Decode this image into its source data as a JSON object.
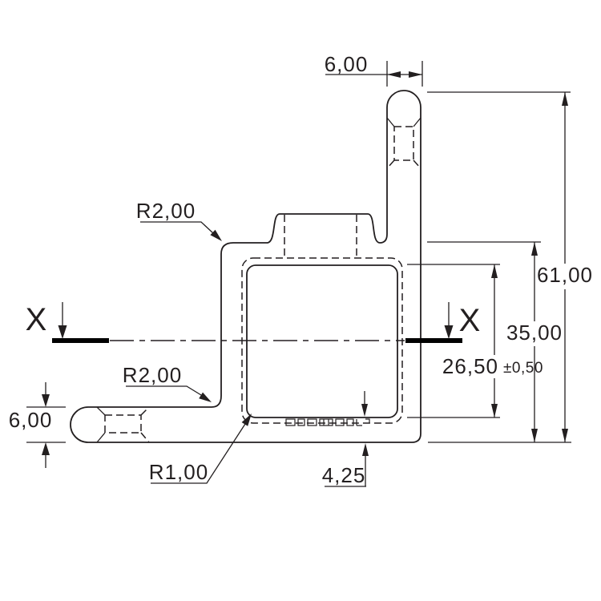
{
  "drawing": {
    "type": "technical-section-drawing",
    "labels": {
      "dim_arm_width": "6,00",
      "dim_foot_width": "6,00",
      "dim_total_height": "61,00",
      "dim_body_height": "35,00",
      "dim_cavity_depth": "26,50",
      "dim_cavity_tolerance": "±0,50",
      "dim_base_thickness": "4,25",
      "radius_top_left": "R2,00",
      "radius_bottom_left": "R2,00",
      "radius_inner_cavity": "R1,00",
      "section_marker_left": "X",
      "section_marker_right": "X"
    },
    "colors": {
      "line": "#231f20",
      "background": "#ffffff"
    }
  }
}
